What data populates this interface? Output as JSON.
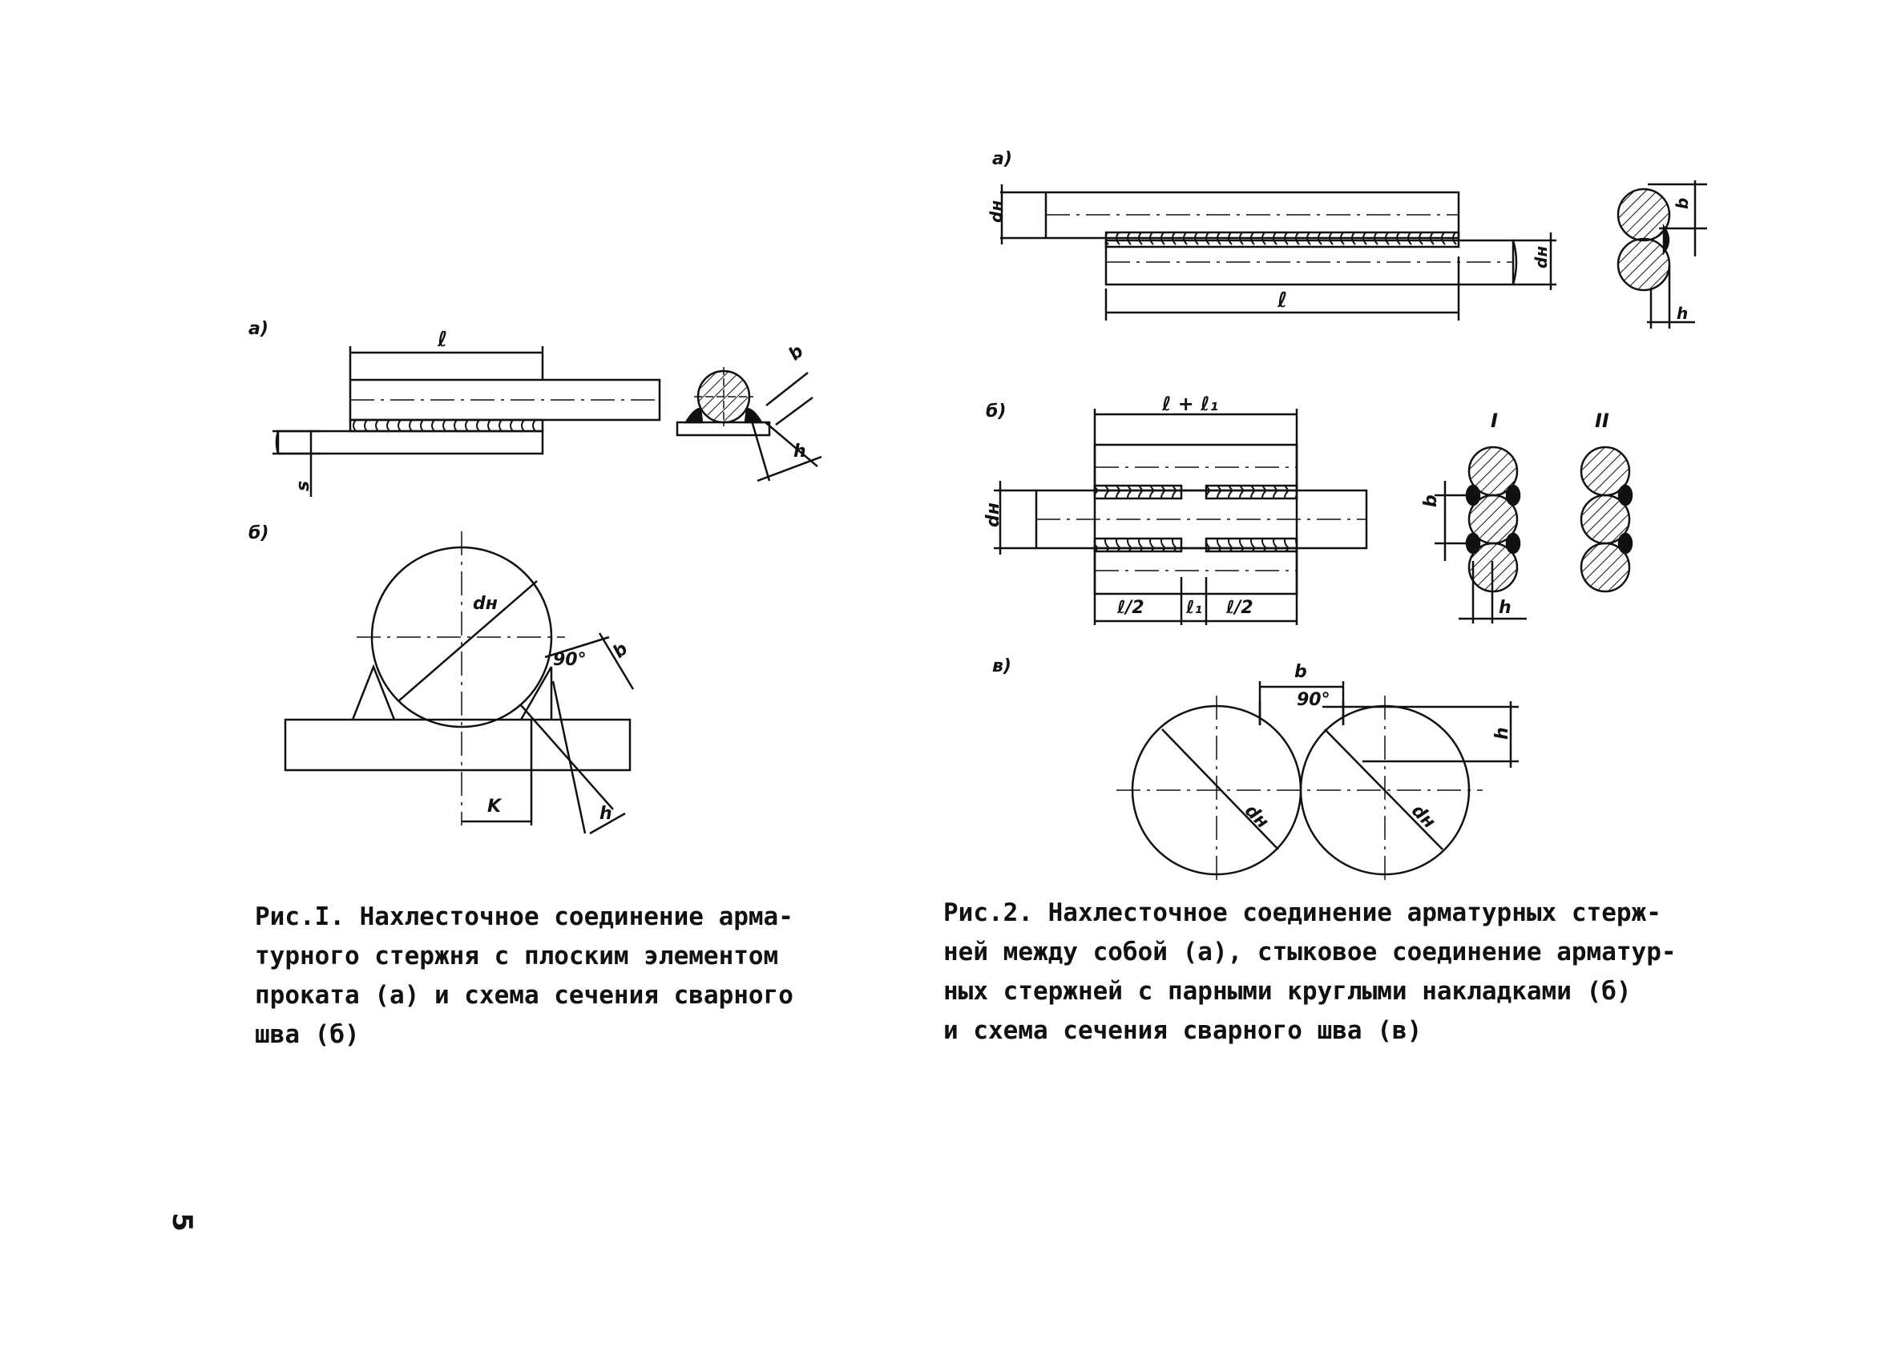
{
  "fig1": {
    "label_a": "а)",
    "label_b": "б)",
    "dim_l": "ℓ",
    "dim_s": "s",
    "dim_b": "b",
    "dim_h": "h",
    "dim_dn": "dн",
    "dim_K": "K",
    "angle_90": "90°",
    "caption": [
      "Рис.I. Нахлесточное соединение арма-",
      "турного стержня с плоским элементом",
      "проката (а) и схема сечения сварного",
      "шва (б)"
    ]
  },
  "fig2": {
    "label_a": "а)",
    "label_b": "б)",
    "label_c": "в)",
    "dim_l": "ℓ",
    "dim_dn": "dн",
    "dim_b": "b",
    "dim_h": "h",
    "dim_l_plus_l1": "ℓ + ℓ₁",
    "dim_l_half": "ℓ/2",
    "dim_l1": "ℓ₁",
    "roman_1": "I",
    "roman_2": "II",
    "angle_90": "90°",
    "caption": [
      "Рис.2. Нахлесточное соединение арматурных стерж-",
      "ней между собой (а), стыковое соединение арматур-",
      "ных  стержней с парными круглыми накладками (б)",
      "и схема сечения сварного шва (в)"
    ]
  },
  "page_number": "5"
}
